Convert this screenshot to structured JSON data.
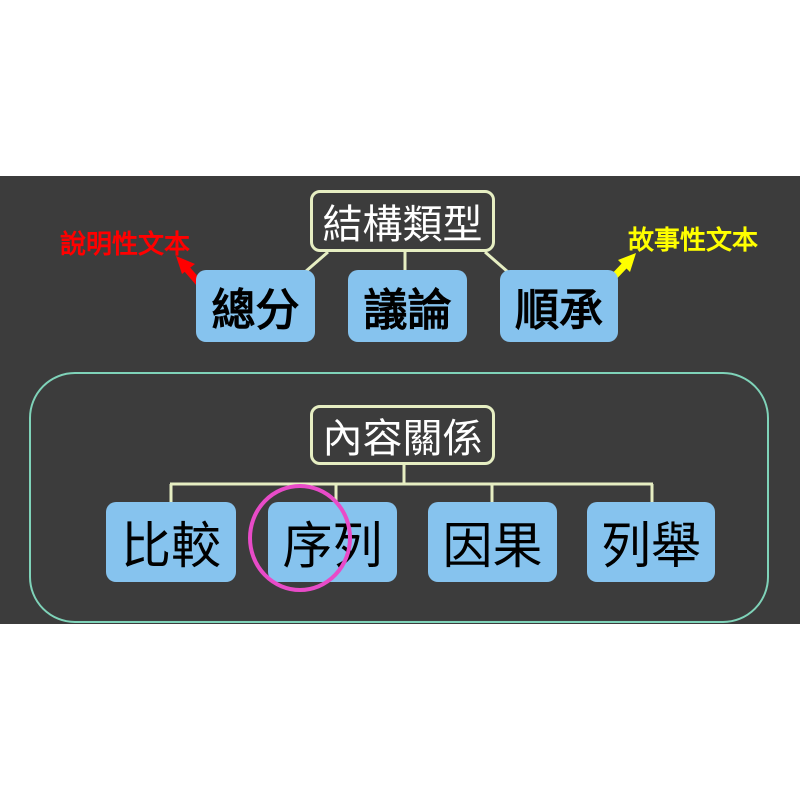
{
  "structure": {
    "root": "結構類型",
    "children": [
      "總分",
      "議論",
      "順承"
    ]
  },
  "content": {
    "root": "內容關係",
    "children": [
      "比較",
      "序列",
      "因果",
      "列舉"
    ]
  },
  "notes": {
    "left": "說明性文本",
    "right": "故事性文本"
  },
  "colors": {
    "background": "#3c3c3c",
    "box": "#86c3ee",
    "left_note": "#ff0000",
    "right_note": "#ffff00",
    "highlight": "#e84bc8"
  }
}
